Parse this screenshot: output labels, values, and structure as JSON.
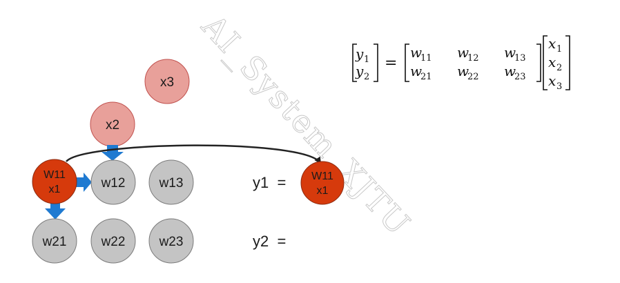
{
  "watermark": "AI_System_XJTU",
  "colors": {
    "active_node": "#d63a0c",
    "input_node": "#e8a09a",
    "weight_node": "#c4c4c4",
    "arrow_blue": "#1f7ad1",
    "curve": "#222222"
  },
  "inputs": {
    "x2": "x2",
    "x3": "x3"
  },
  "weights": {
    "w11_top": "W11",
    "w11_bottom": "x1",
    "w12": "w12",
    "w13": "w13",
    "w21": "w21",
    "w22": "w22",
    "w23": "w23"
  },
  "outputs": {
    "y1_label": "y1  =",
    "y2_label": "y2  =",
    "y1_node_top": "W11",
    "y1_node_bottom": "x1"
  },
  "equation": {
    "equals": "=",
    "lhs": [
      {
        "base": "y",
        "sub": "1"
      },
      {
        "base": "y",
        "sub": "2"
      }
    ],
    "matrix": [
      [
        {
          "base": "w",
          "sub": "11"
        },
        {
          "base": "w",
          "sub": "12"
        },
        {
          "base": "w",
          "sub": "13"
        }
      ],
      [
        {
          "base": "w",
          "sub": "21"
        },
        {
          "base": "w",
          "sub": "22"
        },
        {
          "base": "w",
          "sub": "23"
        }
      ]
    ],
    "vector": [
      {
        "base": "x",
        "sub": "1"
      },
      {
        "base": "x",
        "sub": "2"
      },
      {
        "base": "x",
        "sub": "3"
      }
    ]
  }
}
